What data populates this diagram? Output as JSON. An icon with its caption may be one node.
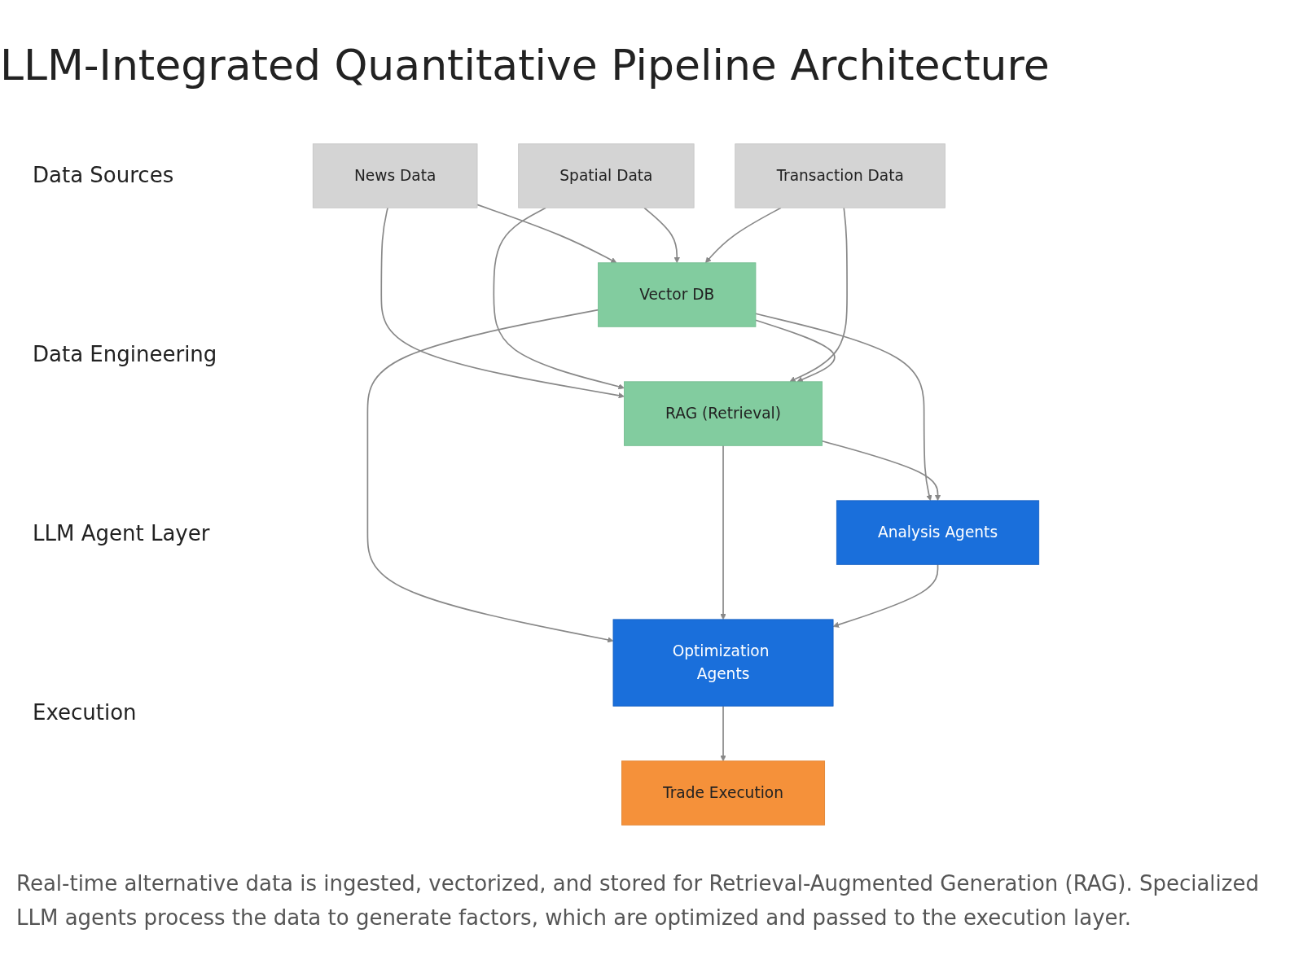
{
  "diagram": {
    "title": "LLM-Integrated Quantitative Pipeline Architecture",
    "caption": "Real-time alternative data is ingested, vectorized, and stored for Retrieval-Augmented Generation (RAG). Specialized LLM agents process the data to generate factors, which are optimized and passed to the execution layer.",
    "nodes": [
      {
        "text": [
          "News Data"
        ]
      },
      {
        "text": [
          "Spatial Data"
        ]
      },
      {
        "text": [
          "Transaction Data"
        ]
      },
      {
        "text": [
          "Vector DB"
        ]
      },
      {
        "text": [
          "RAG (Retrieval)"
        ]
      },
      {
        "text": [
          "Analysis Agents"
        ]
      },
      {
        "text": [
          "Optimization Agents"
        ]
      },
      {
        "text": [
          "Trade Execution"
        ]
      }
    ],
    "edges": [
      {
        "from": 0,
        "to": 3,
        "arrow": "to"
      },
      {
        "from": 0,
        "to": 4,
        "arrow": "to"
      },
      {
        "from": 1,
        "to": 3,
        "arrow": "to"
      },
      {
        "from": 1,
        "to": 4,
        "arrow": "to"
      },
      {
        "from": 2,
        "to": 3,
        "arrow": "to"
      },
      {
        "from": 2,
        "to": 4,
        "arrow": "to"
      },
      {
        "from": 3,
        "to": 4,
        "arrow": "to"
      },
      {
        "from": 3,
        "to": 5,
        "arrow": "to"
      },
      {
        "from": 3,
        "to": 6,
        "arrow": "to"
      },
      {
        "from": 4,
        "to": 5,
        "arrow": "to"
      },
      {
        "from": 4,
        "to": 6,
        "arrow": "to"
      },
      {
        "from": 5,
        "to": 6,
        "arrow": "to"
      },
      {
        "from": 6,
        "to": 7,
        "arrow": "to"
      }
    ],
    "labels": [
      "Data Sources",
      "Data Engineering",
      "LLM Agent Layer",
      "Execution"
    ]
  }
}
